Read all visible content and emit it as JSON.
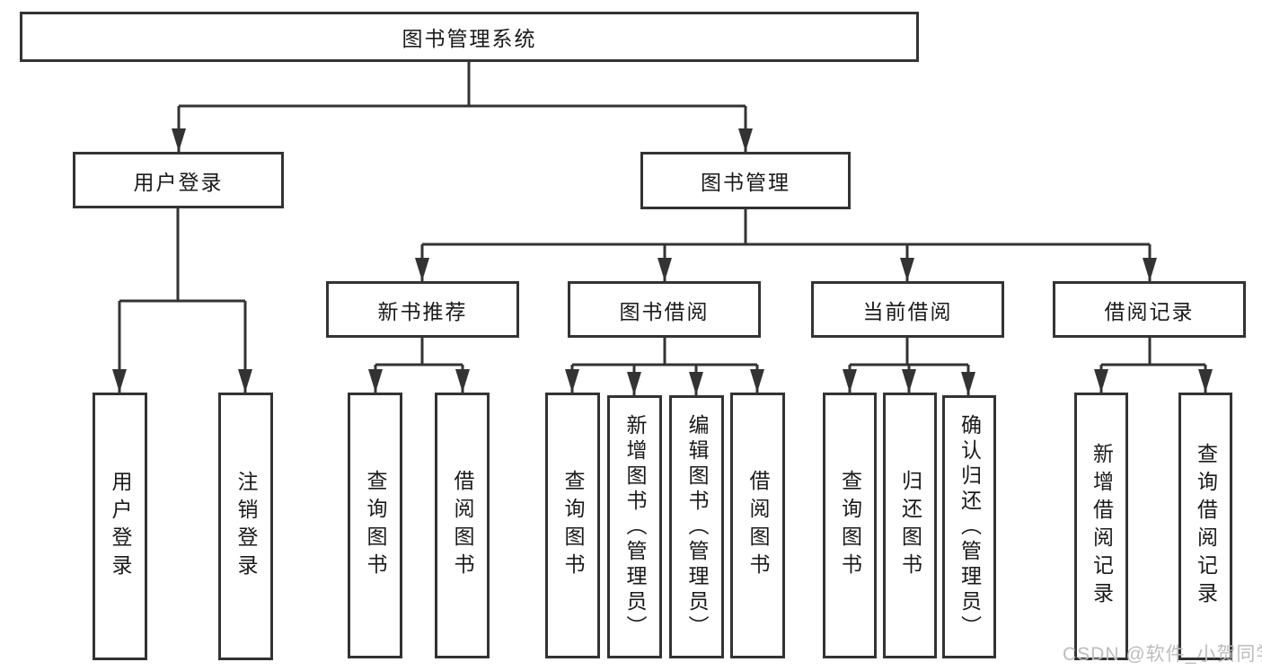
{
  "tree": {
    "root": {
      "label": "图书管理系统"
    },
    "branches": [
      {
        "label": "用户登录",
        "children": [
          {
            "label": "用户登录"
          },
          {
            "label": "注销登录"
          }
        ]
      },
      {
        "label": "图书管理",
        "children": [
          {
            "label": "新书推荐",
            "children": [
              {
                "label": "查询图书"
              },
              {
                "label": "借阅图书"
              }
            ]
          },
          {
            "label": "图书借阅",
            "children": [
              {
                "label": "查询图书"
              },
              {
                "label": "新增图书（管理员）"
              },
              {
                "label": "编辑图书（管理员）"
              },
              {
                "label": "借阅图书"
              }
            ]
          },
          {
            "label": "当前借阅",
            "children": [
              {
                "label": "查询图书"
              },
              {
                "label": "归还图书"
              },
              {
                "label": "确认归还（管理员）"
              }
            ]
          },
          {
            "label": "借阅记录",
            "children": [
              {
                "label": "新增借阅记录"
              },
              {
                "label": "查询借阅记录"
              }
            ]
          }
        ]
      }
    ]
  },
  "watermark": {
    "text": "CSDN @软件_小贺同学"
  },
  "colors": {
    "line": "#333333",
    "box_border": "#333333",
    "box_fill": "#ffffff",
    "text": "#1a1a1a",
    "watermark": "#bdbdbd",
    "background": "#ffffff"
  }
}
